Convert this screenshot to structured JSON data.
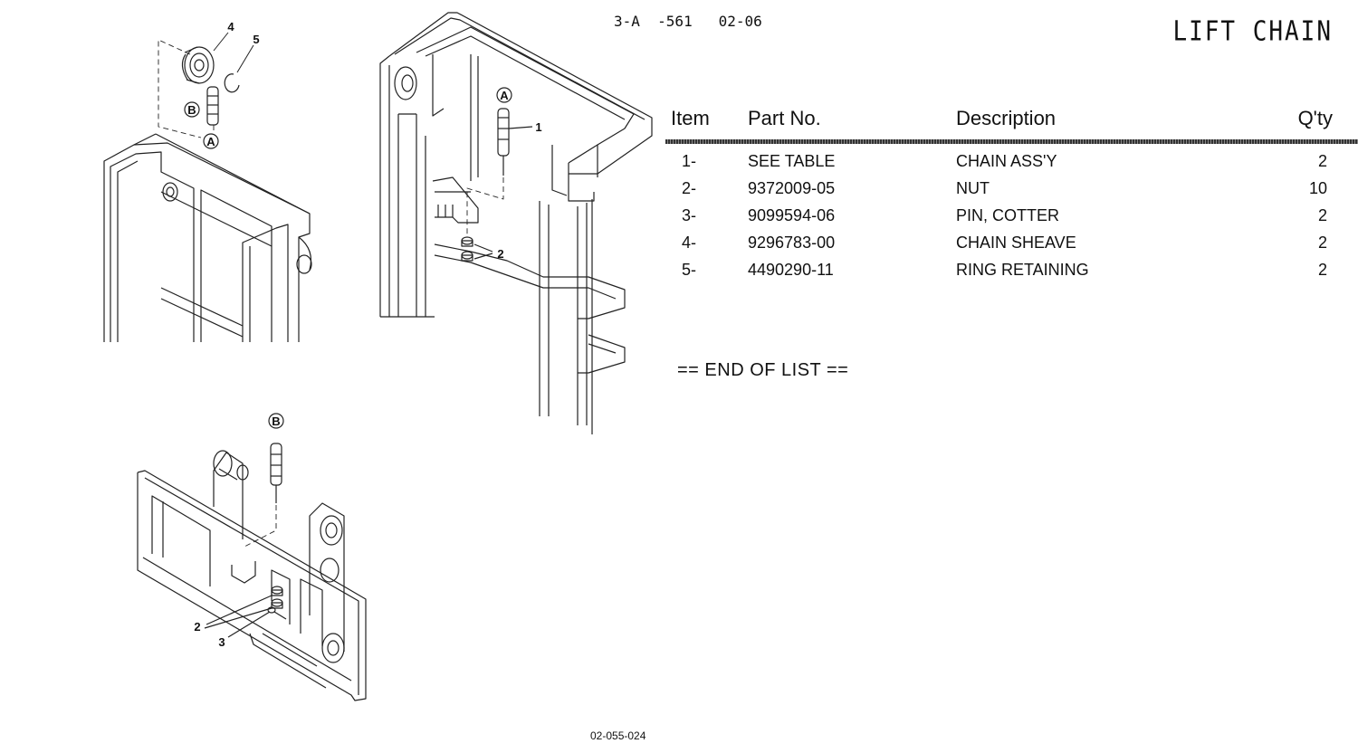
{
  "header": {
    "doc_code": "3-A  -561   02-06",
    "title": "LIFT CHAIN"
  },
  "table": {
    "columns": [
      "Item",
      "Part No.",
      "Description",
      "Q'ty"
    ],
    "rows": [
      {
        "item": "1-",
        "part_no": "SEE TABLE",
        "description": "CHAIN ASS'Y",
        "qty": "2"
      },
      {
        "item": "2-",
        "part_no": "9372009-05",
        "description": "NUT",
        "qty": "10"
      },
      {
        "item": "3-",
        "part_no": "9099594-06",
        "description": "PIN, COTTER",
        "qty": "2"
      },
      {
        "item": "4-",
        "part_no": "9296783-00",
        "description": "CHAIN SHEAVE",
        "qty": "2"
      },
      {
        "item": "5-",
        "part_no": "4490290-11",
        "description": "RING RETAINING",
        "qty": "2"
      }
    ],
    "end_text": "== END OF LIST =="
  },
  "drawing": {
    "callouts": {
      "c4": "4",
      "c5": "5",
      "cB1": "B",
      "cA1": "A",
      "cA2": "A",
      "c1": "1",
      "c2a": "2",
      "cB2": "B",
      "c2b": "2",
      "c3": "3"
    }
  },
  "footer": {
    "doc_number": "02-055-024"
  }
}
